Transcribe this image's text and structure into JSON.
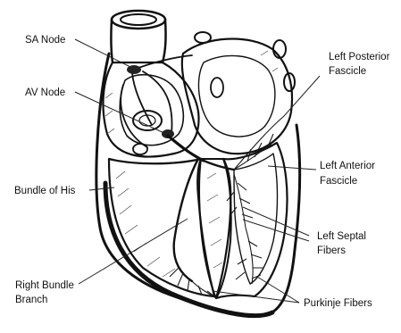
{
  "labels": {
    "sa_node": "SA Node",
    "av_node": "AV Node",
    "bundle_of_his": "Bundle of His",
    "right_bundle_branch_line1": "Right Bundle",
    "right_bundle_branch_line2": "Branch",
    "left_posterior_fascicle_line1": "Left Posterior",
    "left_posterior_fascicle_line2": "Fascicle",
    "left_anterior_fascicle_line1": "Left Anterior",
    "left_anterior_fascicle_line2": "Fascicle",
    "left_septal_fibers_line1": "Left Septal",
    "left_septal_fibers_line2": "Fibers",
    "purkinje_fibers": "Purkinje Fibers"
  },
  "colors": {
    "ink": "#111111",
    "shade": "#d9d9d9",
    "background": "#ffffff"
  }
}
